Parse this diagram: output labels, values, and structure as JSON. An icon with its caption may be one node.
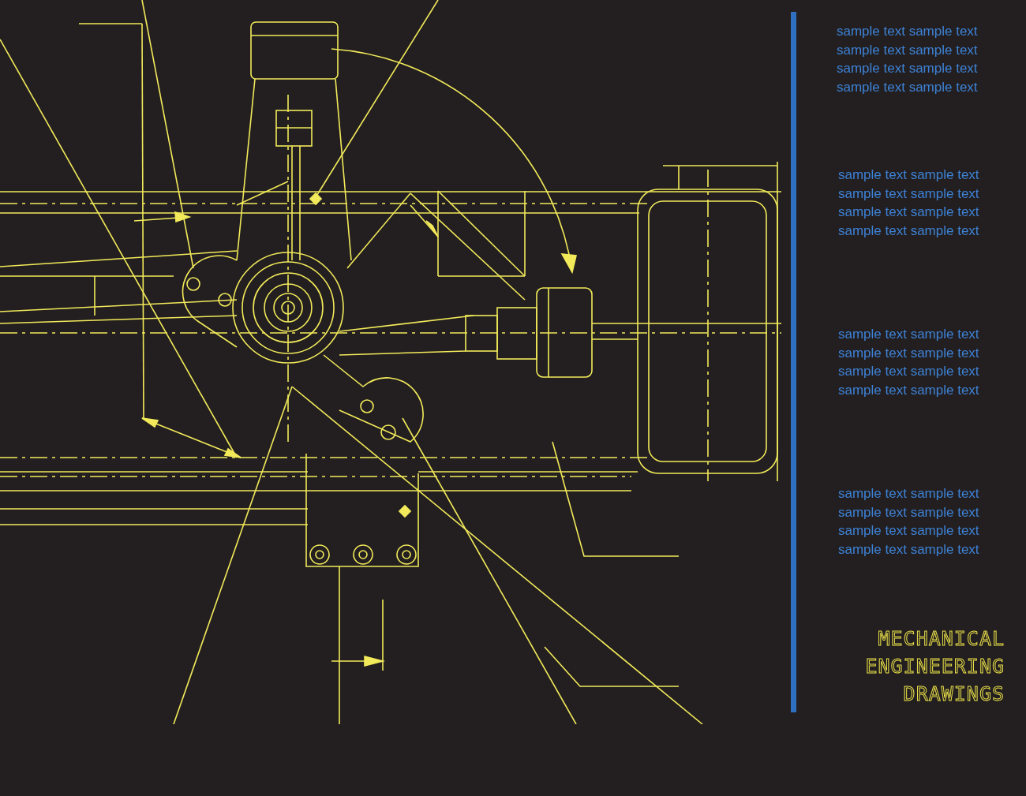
{
  "diagram": {
    "title": "MECHANICAL ENGINEERING DRAWINGS",
    "labels": [
      "sample text sample text",
      "sample text sample text",
      "sample text sample text",
      "sample text sample text",
      "sample text sample text",
      "sample text sample text",
      "sample text sample text",
      "sample text sample text",
      "sample text sample text",
      "sample text sample text",
      "sample text sample text",
      "sample text sample text",
      "sample text sample text",
      "sample text sample text",
      "sample text sample text",
      "sample text sample text"
    ]
  }
}
